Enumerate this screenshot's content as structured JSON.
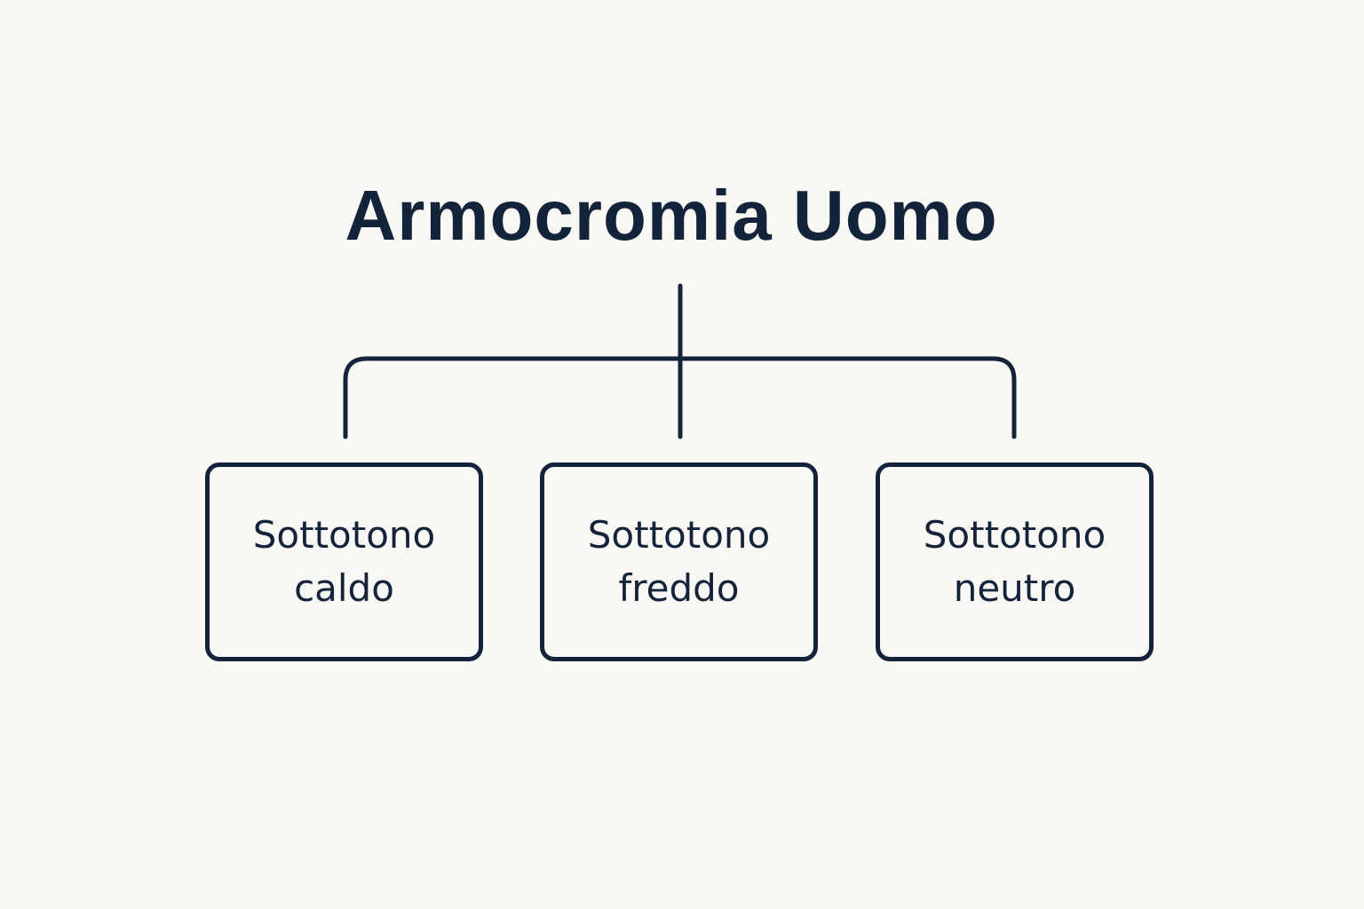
{
  "diagram": {
    "title": "Armocromia Uomo",
    "nodes": [
      {
        "label": "Sottotono caldo"
      },
      {
        "label": "Sottotono freddo"
      },
      {
        "label": "Sottotono neutro"
      }
    ]
  },
  "colors": {
    "background": "#f9f8f4",
    "ink": "#13243a"
  }
}
